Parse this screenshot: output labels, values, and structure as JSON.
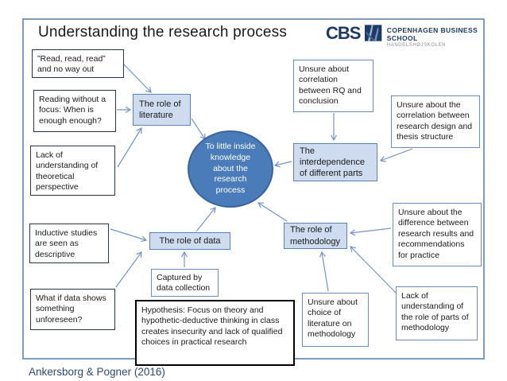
{
  "title": "Understanding the research process",
  "citation": "Ankersborg & Pogner (2016)",
  "logo": {
    "abbr": "CBS",
    "name": "COPENHAGEN BUSINESS SCHOOL",
    "subname": "HANDELSHØJSKOLEN"
  },
  "diagram": {
    "center": "To little inside knowledge about the research process",
    "nodes": {
      "literature": "The role of literature",
      "interdependence": "The interdependence of different parts",
      "data": "The role of data",
      "methodology": "The role of methodology"
    },
    "notes": {
      "read_read": "”Read, read, read” and no way out",
      "reading_focus": "Reading without a focus: When is enough enough?",
      "lack_theory": "Lack of understanding of theoretical perspective",
      "unsure_rq": "Unsure about correlation between RQ and conclusion",
      "unsure_design": "Unsure about the correlation between research design and thesis structure",
      "unsure_difference": "Unsure about the difference between research results and recommendations for practice",
      "lack_parts": "Lack of understanding of the role of parts of methodology",
      "inductive": "Inductive studies are seen as descriptive",
      "what_if": "What if data shows something unforeseen?",
      "captured": "Captured by data collection",
      "unsure_choice": "Unsure about choice of literature on methodology",
      "hypothesis": "Hypothesis: Focus on theory and hypothetic-deductive thinking in class creates insecurity and lack of qualified choices in practical research"
    }
  },
  "colors": {
    "arrow": "#7494c4",
    "node_fill": "#cfdcef",
    "node_border": "#5a82b4",
    "circle_fill": "#4a7cba",
    "circle_border": "#38659e",
    "slide_border": "#7d9cc0",
    "note_dark": "#26344d",
    "note_blue": "#6b8cba",
    "text": "#1a1a1a",
    "citation": "#2c4a6e",
    "logo_navy": "#1d3a66",
    "logo_gray": "#8a8f99"
  }
}
